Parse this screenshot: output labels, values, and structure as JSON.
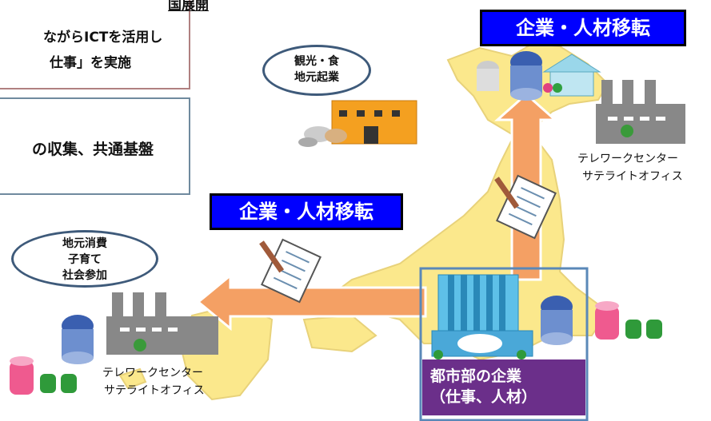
{
  "box_top": {
    "heading": "国展開",
    "line1": "ながらICTを活用し",
    "line2": "仕事」を実施"
  },
  "box_mid": {
    "line1": "の収集、共通基盤"
  },
  "banner_top": "企業・人材移転",
  "banner_mid": "企業・人材移転",
  "bubble_top": {
    "line1": "観光・食",
    "line2": "地元起業"
  },
  "bubble_left": {
    "line1": "地元消費",
    "line2": "子育て",
    "line3": "社会参加"
  },
  "telework_right": {
    "line1": "テレワークセンター",
    "line2": "サテライトオフィス"
  },
  "telework_left": {
    "line1": "テレワークセンター",
    "line2": "サテライトオフィス"
  },
  "urban_label": {
    "line1": "都市部の企業",
    "line2": "（仕事、人材）"
  },
  "colors": {
    "banner": "#0000ff",
    "arrow": "#f4a064",
    "urban_box": "#6b2f8a",
    "japan_land": "#fbe88c",
    "bubble_border": "#3e5a7a"
  }
}
